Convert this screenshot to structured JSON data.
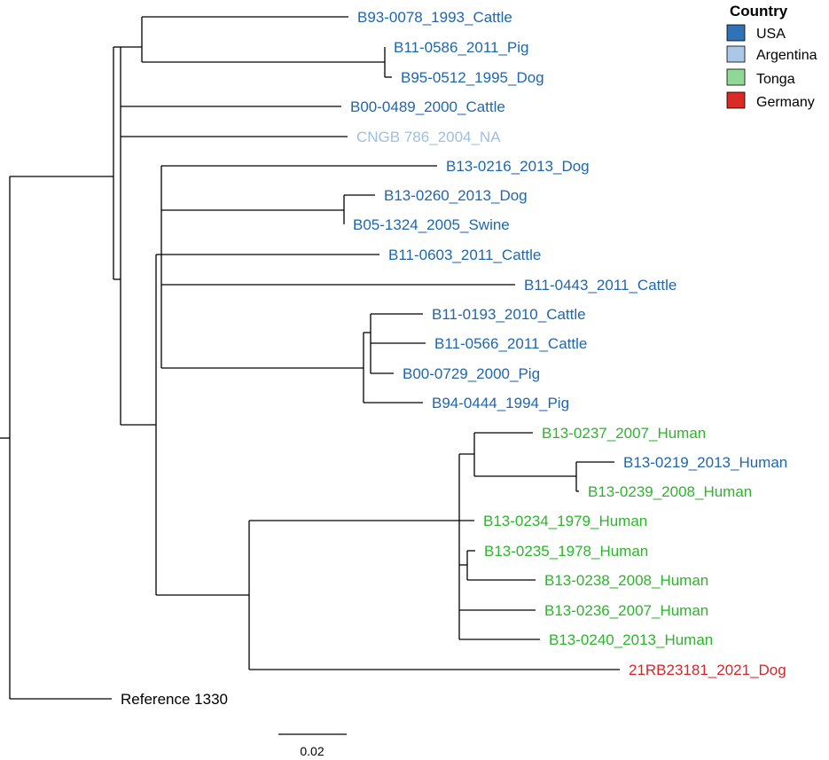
{
  "colors": {
    "USA": "#1f66ad",
    "Argentina": "#9ebfe3",
    "Tonga": "#2bb52b",
    "Germany": "#d6262a",
    "reference": "#000000",
    "legend_USA": "#2f73b6",
    "legend_Argentina": "#aac7e8",
    "legend_Tonga": "#8fd89a",
    "legend_Germany": "#da2a26"
  },
  "leaves": [
    {
      "label": "B93-0078_1993_Cattle",
      "country": "USA"
    },
    {
      "label": "B11-0586_2011_Pig",
      "country": "USA"
    },
    {
      "label": "B95-0512_1995_Dog",
      "country": "USA"
    },
    {
      "label": "B00-0489_2000_Cattle",
      "country": "USA"
    },
    {
      "label": "CNGB 786_2004_NA",
      "country": "Argentina"
    },
    {
      "label": "B13-0216_2013_Dog",
      "country": "USA"
    },
    {
      "label": "B13-0260_2013_Dog",
      "country": "USA"
    },
    {
      "label": "B05-1324_2005_Swine",
      "country": "USA"
    },
    {
      "label": "B11-0603_2011_Cattle",
      "country": "USA"
    },
    {
      "label": "B11-0443_2011_Cattle",
      "country": "USA"
    },
    {
      "label": "B11-0193_2010_Cattle",
      "country": "USA"
    },
    {
      "label": "B11-0566_2011_Cattle",
      "country": "USA"
    },
    {
      "label": "B00-0729_2000_Pig",
      "country": "USA"
    },
    {
      "label": "B94-0444_1994_Pig",
      "country": "USA"
    },
    {
      "label": "B13-0237_2007_Human",
      "country": "Tonga"
    },
    {
      "label": "B13-0219_2013_Human",
      "country": "USA"
    },
    {
      "label": "B13-0239_2008_Human",
      "country": "Tonga"
    },
    {
      "label": "B13-0234_1979_Human",
      "country": "Tonga"
    },
    {
      "label": "B13-0235_1978_Human",
      "country": "Tonga"
    },
    {
      "label": "B13-0238_2008_Human",
      "country": "Tonga"
    },
    {
      "label": "B13-0236_2007_Human",
      "country": "Tonga"
    },
    {
      "label": "B13-0240_2013_Human",
      "country": "Tonga"
    },
    {
      "label": "21RB23181_2021_Dog",
      "country": "Germany"
    },
    {
      "label": "Reference 1330",
      "country": ""
    }
  ],
  "legend": {
    "title": "Country",
    "items": [
      {
        "label": "USA",
        "color_key": "legend_USA"
      },
      {
        "label": "Argentina",
        "color_key": "legend_Argentina"
      },
      {
        "label": "Tonga",
        "color_key": "legend_Tonga"
      },
      {
        "label": "Germany",
        "color_key": "legend_Germany"
      }
    ]
  },
  "scale_bar": {
    "label": "0.02",
    "value": 0.02
  }
}
